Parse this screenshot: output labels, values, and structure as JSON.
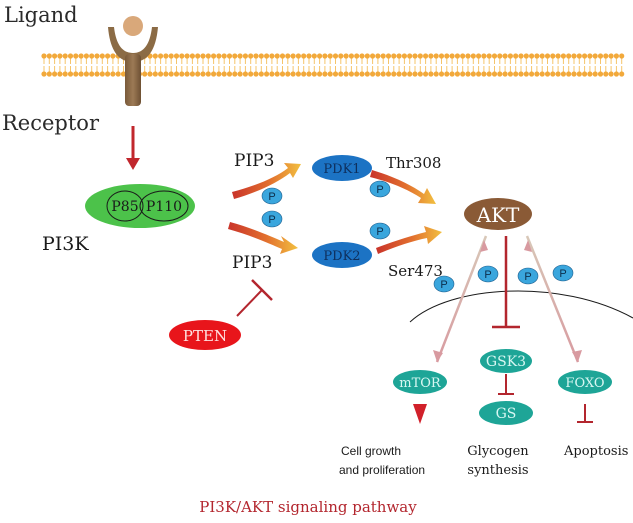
{
  "labels": {
    "ligand": "Ligand",
    "receptor": "Receptor",
    "pi3k": "PI3K",
    "p85": "P85",
    "p110": "P110",
    "pip3_top": "PIP3",
    "pip3_bottom": "PIP3",
    "pdk1": "PDK1",
    "pdk2": "PDK2",
    "thr308": "Thr308",
    "ser473": "Ser473",
    "akt": "AKT",
    "pten": "PTEN",
    "mtor": "mTOR",
    "gsk3": "GSK3",
    "gs": "GS",
    "foxo": "FOXO",
    "cell_growth_1": "Cell growth",
    "cell_growth_2": "and proliferation",
    "glycogen_1": "Glycogen",
    "glycogen_2": "synthesis",
    "apoptosis": "Apoptosis",
    "caption": "PI3K/AKT signaling pathway"
  },
  "phospho_label": "P",
  "colors": {
    "membrane_head": "#f2a93b",
    "membrane_tail": "#f5c46a",
    "receptor": "#8b6b45",
    "ligand": "#d9a87a",
    "pi3k_green": "#4cc24a",
    "pdk_blue": "#1c73c4",
    "phospho_blue": "#3aa6dd",
    "akt_brown": "#8a5a36",
    "pten_red": "#e8151b",
    "teal": "#1ea597",
    "inhibit_red": "#b3262e",
    "caption_red": "#b3262e"
  }
}
